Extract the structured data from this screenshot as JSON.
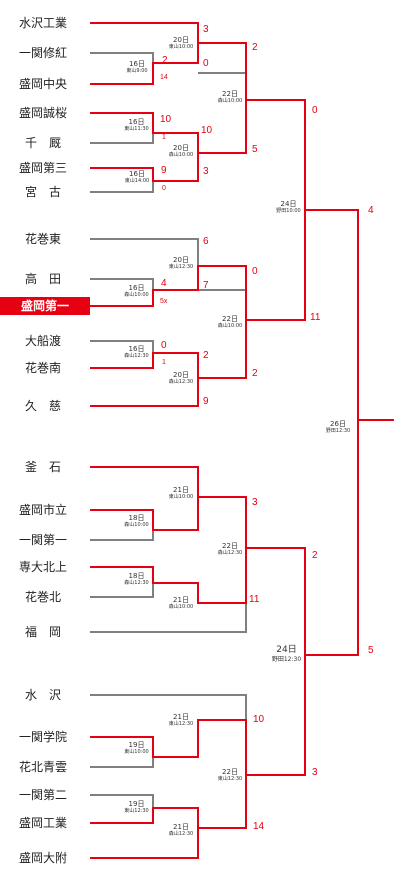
{
  "teams": [
    "水沢工業",
    "一関修紅",
    "盛岡中央",
    "盛岡誠桜",
    "千　厩",
    "盛岡第三",
    "宮　古",
    "花巻東",
    "高　田",
    "盛岡第一",
    "大船渡",
    "花巻南",
    "久　慈",
    "釜　石",
    "盛岡市立",
    "一関第一",
    "専大北上",
    "花巻北",
    "福　岡",
    "水　沢",
    "一関学院",
    "花北青雲",
    "一関第二",
    "盛岡工業",
    "盛岡大附"
  ],
  "highlight_team": "盛岡第一",
  "colors": {
    "winner": "#e60012",
    "loser": "#808080"
  },
  "scores": {
    "g1a": "2",
    "g1b": "14",
    "g2a": "10",
    "g2b": "1",
    "g3a": "9",
    "g3b": "0",
    "g4a": "4",
    "g4b": "5x",
    "g5a": "0",
    "g5b": "1",
    "g6a": "3",
    "g6b": "0",
    "g7a": "10",
    "g7b": "3",
    "g8a": "6",
    "g8b": "7",
    "g9a": "2",
    "g9b": "9",
    "g10a": "2",
    "g10b": "5",
    "g11a": "0",
    "g11b": "2",
    "g12a": "0",
    "g12b": "11",
    "g13a": "4",
    "g13b": "5"
  },
  "games": {
    "g1": {
      "date": "16日",
      "venue": "東山9:00"
    },
    "g2": {
      "date": "16日",
      "venue": "東山11:30"
    },
    "g3": {
      "date": "16日",
      "venue": "東山14:00"
    },
    "g4": {
      "date": "16日",
      "venue": "森山10:00"
    },
    "g5": {
      "date": "16日",
      "venue": "森山12:30"
    },
    "g6": {
      "date": "20日",
      "venue": "東山10:00"
    },
    "g7": {
      "date": "20日",
      "venue": "森山10:00"
    },
    "g8": {
      "date": "20日",
      "venue": "東山12:30"
    },
    "g9": {
      "date": "20日",
      "venue": "森山12:30"
    },
    "g10": {
      "date": "22日",
      "venue": "森山10:00"
    },
    "g11": {
      "date": "22日",
      "venue": "森山10:00"
    },
    "g12": {
      "date": "24日",
      "venue": "野田10:00"
    },
    "g13": {
      "date": "26日",
      "venue": "野田12:30"
    },
    "h1": {
      "date": "18日",
      "venue": "森山10:00"
    },
    "h2": {
      "date": "18日",
      "venue": "森山12:30"
    },
    "h3": {
      "date": "19日",
      "venue": "東山10:00"
    },
    "h4": {
      "date": "19日",
      "venue": "東山12:30"
    },
    "h5": {
      "date": "21日",
      "venue": "東山10:00"
    },
    "h6": {
      "date": "21日",
      "venue": "森山10:00"
    },
    "h7": {
      "date": "21日",
      "venue": "東山12:30"
    },
    "h8": {
      "date": "21日",
      "venue": "森山12:30"
    },
    "h9": {
      "date": "22日",
      "venue": "森山12:30"
    },
    "h10": {
      "date": "22日",
      "venue": "東山12:30"
    },
    "h11": {
      "date": "24日",
      "venue": "野田12:30"
    }
  },
  "bottom_scores": {
    "b1": "3",
    "b2": "11",
    "b3": "10",
    "b4": "14",
    "b5": "2",
    "b6": "3"
  }
}
